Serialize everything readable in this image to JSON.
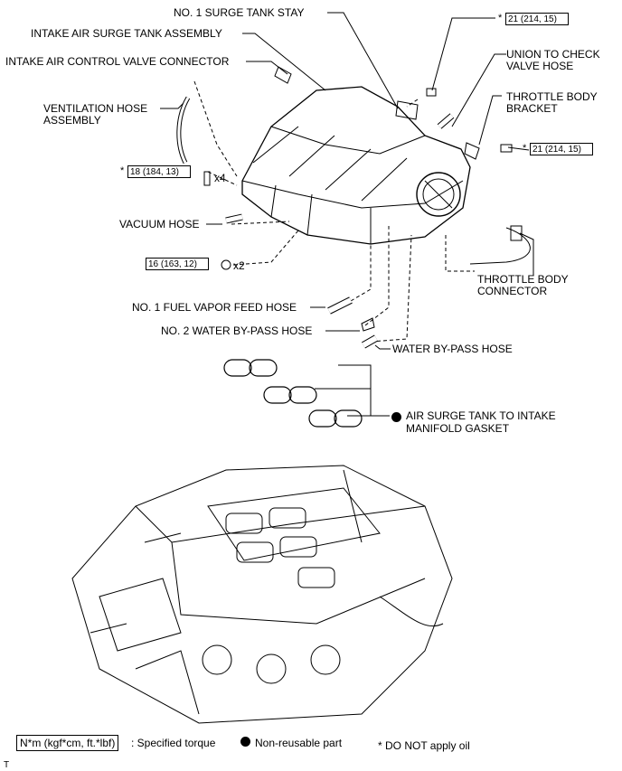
{
  "labels": {
    "surge_tank_stay": "NO. 1 SURGE TANK STAY",
    "surge_tank_assembly": "INTAKE AIR SURGE TANK ASSEMBLY",
    "control_valve_connector": "INTAKE AIR CONTROL VALVE CONNECTOR",
    "ventilation_hose_1": "VENTILATION HOSE",
    "ventilation_hose_2": "ASSEMBLY",
    "union_check_1": "UNION TO CHECK",
    "union_check_2": "VALVE HOSE",
    "throttle_bracket_1": "THROTTLE BODY",
    "throttle_bracket_2": "BRACKET",
    "vacuum_hose": "VACUUM HOSE",
    "throttle_connector_1": "THROTTLE BODY",
    "throttle_connector_2": "CONNECTOR",
    "fuel_vapor_hose": "NO. 1 FUEL VAPOR FEED HOSE",
    "water_bypass_2": "NO. 2 WATER BY-PASS HOSE",
    "water_bypass": "WATER BY-PASS HOSE",
    "gasket_1": "AIR SURGE TANK TO INTAKE",
    "gasket_2": "MANIFOLD GASKET"
  },
  "torques": {
    "t21a": "21 (214, 15)",
    "t21b": "21 (214, 15)",
    "t18": "18 (184, 13)",
    "t16": "16 (163, 12)"
  },
  "asterisk": "*",
  "multipliers": {
    "x4": "x4",
    "x2": "x2"
  },
  "legend": {
    "torque_box": "N*m (kgf*cm, ft.*lbf)",
    "torque_text": ": Specified torque",
    "nonreusable": "Non-reusable part",
    "no_oil": "* DO NOT apply oil"
  },
  "corner_mark": "T"
}
